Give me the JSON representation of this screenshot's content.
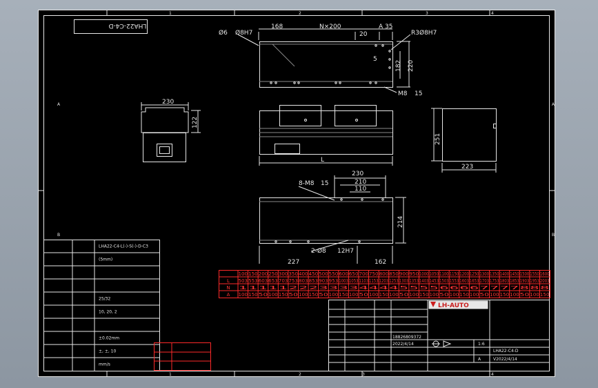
{
  "frame": {
    "top_zones": [
      "1",
      "2",
      "3",
      "4"
    ],
    "side_zones": [
      "A",
      "B"
    ],
    "bottom_zones": [
      "1",
      "2",
      "3",
      "4"
    ]
  },
  "model_code": "LHA22-C4-D",
  "top_view": {
    "dims": [
      "168",
      "N×200",
      "A 35",
      "20",
      "R3"
    ],
    "hole_left": "Ø6",
    "hole_right": "Ø8H7",
    "height_dims": [
      "182",
      "220"
    ],
    "bottom_callout": "M8",
    "bottom_callout_suffix": "15",
    "small_dim": "5"
  },
  "end_view": {
    "width": "230",
    "height": "122"
  },
  "side_view": {
    "length_label": "L"
  },
  "right_view": {
    "height": "251",
    "width": "223"
  },
  "bottom_view": {
    "dims": [
      "230",
      "210",
      "110"
    ],
    "callout_top": "8-M8",
    "callout_top_suffix": "15",
    "callout_bottom": "2-Ø8",
    "callout_bottom_suffix": "12H7",
    "height": "214",
    "bottom_left": "227",
    "bottom_right": "162"
  },
  "spec_table": {
    "rows": [
      [
        "",
        "LHA22-C4-L(-)-S(-)-D-C3"
      ],
      [
        "",
        "(5mm)"
      ],
      [
        "",
        ""
      ],
      [
        "",
        ""
      ],
      [
        "",
        "25/32"
      ],
      [
        "",
        "10, 20, 2"
      ],
      [
        "",
        ""
      ],
      [
        "",
        "±0.02mm"
      ],
      [
        "",
        "±, ±, 10"
      ],
      [
        "",
        "mm/s"
      ]
    ]
  },
  "rev_table": {
    "rows": [
      "",
      "",
      ""
    ]
  },
  "red_table": {
    "row_heads": [
      "",
      "L",
      "N",
      "A"
    ],
    "cols": [
      [
        "100",
        "503",
        "1",
        "100"
      ],
      [
        "150",
        "553",
        "1",
        "150"
      ],
      [
        "200",
        "603",
        "1",
        "50"
      ],
      [
        "250",
        "653",
        "1",
        "100"
      ],
      [
        "300",
        "703",
        "1",
        "150"
      ],
      [
        "350",
        "753",
        "2",
        "50"
      ],
      [
        "400",
        "803",
        "2",
        "100"
      ],
      [
        "450",
        "853",
        "2",
        "150"
      ],
      [
        "500",
        "903",
        "3",
        "50"
      ],
      [
        "550",
        "953",
        "3",
        "100"
      ],
      [
        "600",
        "1003",
        "3",
        "150"
      ],
      [
        "650",
        "1053",
        "3",
        "100"
      ],
      [
        "700",
        "1103",
        "4",
        "50"
      ],
      [
        "750",
        "1153",
        "4",
        "100"
      ],
      [
        "800",
        "1203",
        "4",
        "150"
      ],
      [
        "850",
        "1253",
        "4",
        "100"
      ],
      [
        "900",
        "1303",
        "5",
        "50"
      ],
      [
        "950",
        "1353",
        "5",
        "100"
      ],
      [
        "1000",
        "1403",
        "5",
        "150"
      ],
      [
        "1050",
        "1453",
        "5",
        "100"
      ],
      [
        "1100",
        "1503",
        "6",
        "50"
      ],
      [
        "1150",
        "1553",
        "6",
        "100"
      ],
      [
        "1200",
        "1603",
        "6",
        "150"
      ],
      [
        "1250",
        "1653",
        "6",
        "100"
      ],
      [
        "1300",
        "1703",
        "7",
        "50"
      ],
      [
        "1350",
        "1753",
        "7",
        "100"
      ],
      [
        "1400",
        "1803",
        "7",
        "150"
      ],
      [
        "1450",
        "1853",
        "7",
        "100"
      ],
      [
        "1500",
        "1903",
        "8",
        "50"
      ],
      [
        "1550",
        "1953",
        "8",
        "100"
      ],
      [
        "1600",
        "2003",
        "8",
        "150"
      ]
    ]
  },
  "title_block": {
    "logo": "LH-AUTO",
    "phone": "18826809372",
    "date": "2022/4/14",
    "scale": "1:6",
    "drawing_no": "LHA22-C4-D",
    "sheet": "A",
    "version": "V2022/4/14"
  },
  "colors": {
    "paper": "#000000",
    "line": "#e8e8e8",
    "red": "#ff2a2a",
    "border": "#9aa3ad"
  }
}
